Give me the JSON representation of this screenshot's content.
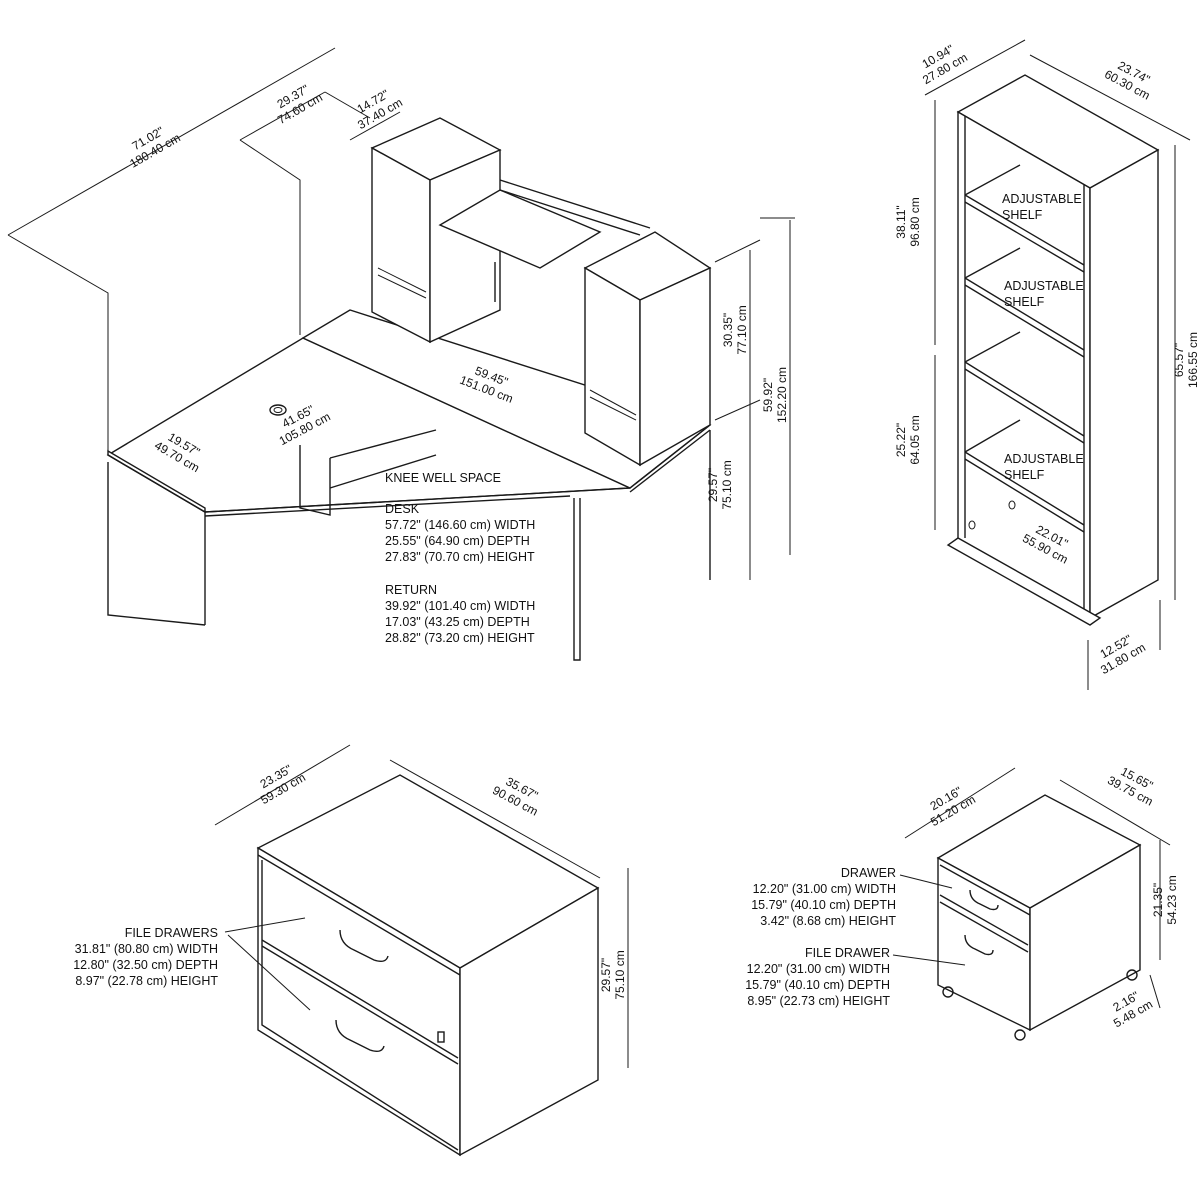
{
  "desk_group": {
    "overall_len": [
      "71.02\"",
      "180.40 cm"
    ],
    "hutch_run": [
      "29.37\"",
      "74.60 cm"
    ],
    "tower_depth": [
      "14.72\"",
      "37.40 cm"
    ],
    "desk_width": [
      "59.45\"",
      "151.00 cm"
    ],
    "return_len": [
      "41.65\"",
      "105.80 cm"
    ],
    "return_depth": [
      "19.57\"",
      "49.70 cm"
    ],
    "hutch_height": [
      "30.35\"",
      "77.10 cm"
    ],
    "total_height": [
      "59.92\"",
      "152.20 cm"
    ],
    "desk_height": [
      "29.57\"",
      "75.10 cm"
    ],
    "knee_well": "KNEE WELL SPACE",
    "desk_spec": [
      "DESK",
      "57.72\" (146.60 cm) WIDTH",
      "25.55\" (64.90 cm) DEPTH",
      "27.83\" (70.70 cm) HEIGHT"
    ],
    "return_spec": [
      "RETURN",
      "39.92\" (101.40 cm) WIDTH",
      "17.03\" (43.25 cm) DEPTH",
      "28.82\" (73.20 cm) HEIGHT"
    ]
  },
  "bookcase": {
    "depth_top": [
      "10.94\"",
      "27.80 cm"
    ],
    "width_top": [
      "23.74\"",
      "60.30 cm"
    ],
    "upper_height": [
      "38.11\"",
      "96.80 cm"
    ],
    "lower_height": [
      "25.22\"",
      "64.05 cm"
    ],
    "total_height": [
      "65.57\"",
      "166.55 cm"
    ],
    "inner_width": [
      "22.01\"",
      "55.90 cm"
    ],
    "base_depth": [
      "12.52\"",
      "31.80 cm"
    ],
    "shelf_label": [
      "ADJUSTABLE",
      "SHELF"
    ]
  },
  "lateral_file": {
    "depth": [
      "23.35\"",
      "59.30 cm"
    ],
    "width": [
      "35.67\"",
      "90.60 cm"
    ],
    "height": [
      "29.57\"",
      "75.10 cm"
    ],
    "spec": [
      "FILE DRAWERS",
      "31.81\" (80.80 cm) WIDTH",
      "12.80\" (32.50 cm) DEPTH",
      "8.97\" (22.78 cm) HEIGHT"
    ]
  },
  "mobile_file": {
    "width": [
      "20.16\"",
      "51.20 cm"
    ],
    "depth": [
      "15.65\"",
      "39.75 cm"
    ],
    "height": [
      "21.35\"",
      "54.23 cm"
    ],
    "caster": [
      "2.16\"",
      "5.48 cm"
    ],
    "drawer_spec": [
      "DRAWER",
      "12.20\" (31.00 cm) WIDTH",
      "15.79\" (40.10 cm) DEPTH",
      "3.42\" (8.68 cm) HEIGHT"
    ],
    "file_spec": [
      "FILE DRAWER",
      "12.20\" (31.00 cm) WIDTH",
      "15.79\" (40.10 cm) DEPTH",
      "8.95\" (22.73 cm) HEIGHT"
    ]
  }
}
